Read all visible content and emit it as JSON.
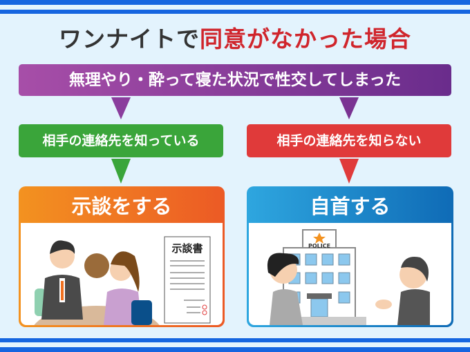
{
  "title": {
    "part1": "ワンナイトで",
    "part2": "同意がなかった場合"
  },
  "situation": "無理やり・酔って寝た状況で性交してしまった",
  "branches": [
    {
      "condition": "相手の連絡先を知っている",
      "action": "示談をする",
      "document_label": "示談書",
      "color": "#3aa53a"
    },
    {
      "condition": "相手の連絡先を知らない",
      "action": "自首する",
      "building_label": "POLICE",
      "color": "#e03a3a"
    }
  ]
}
